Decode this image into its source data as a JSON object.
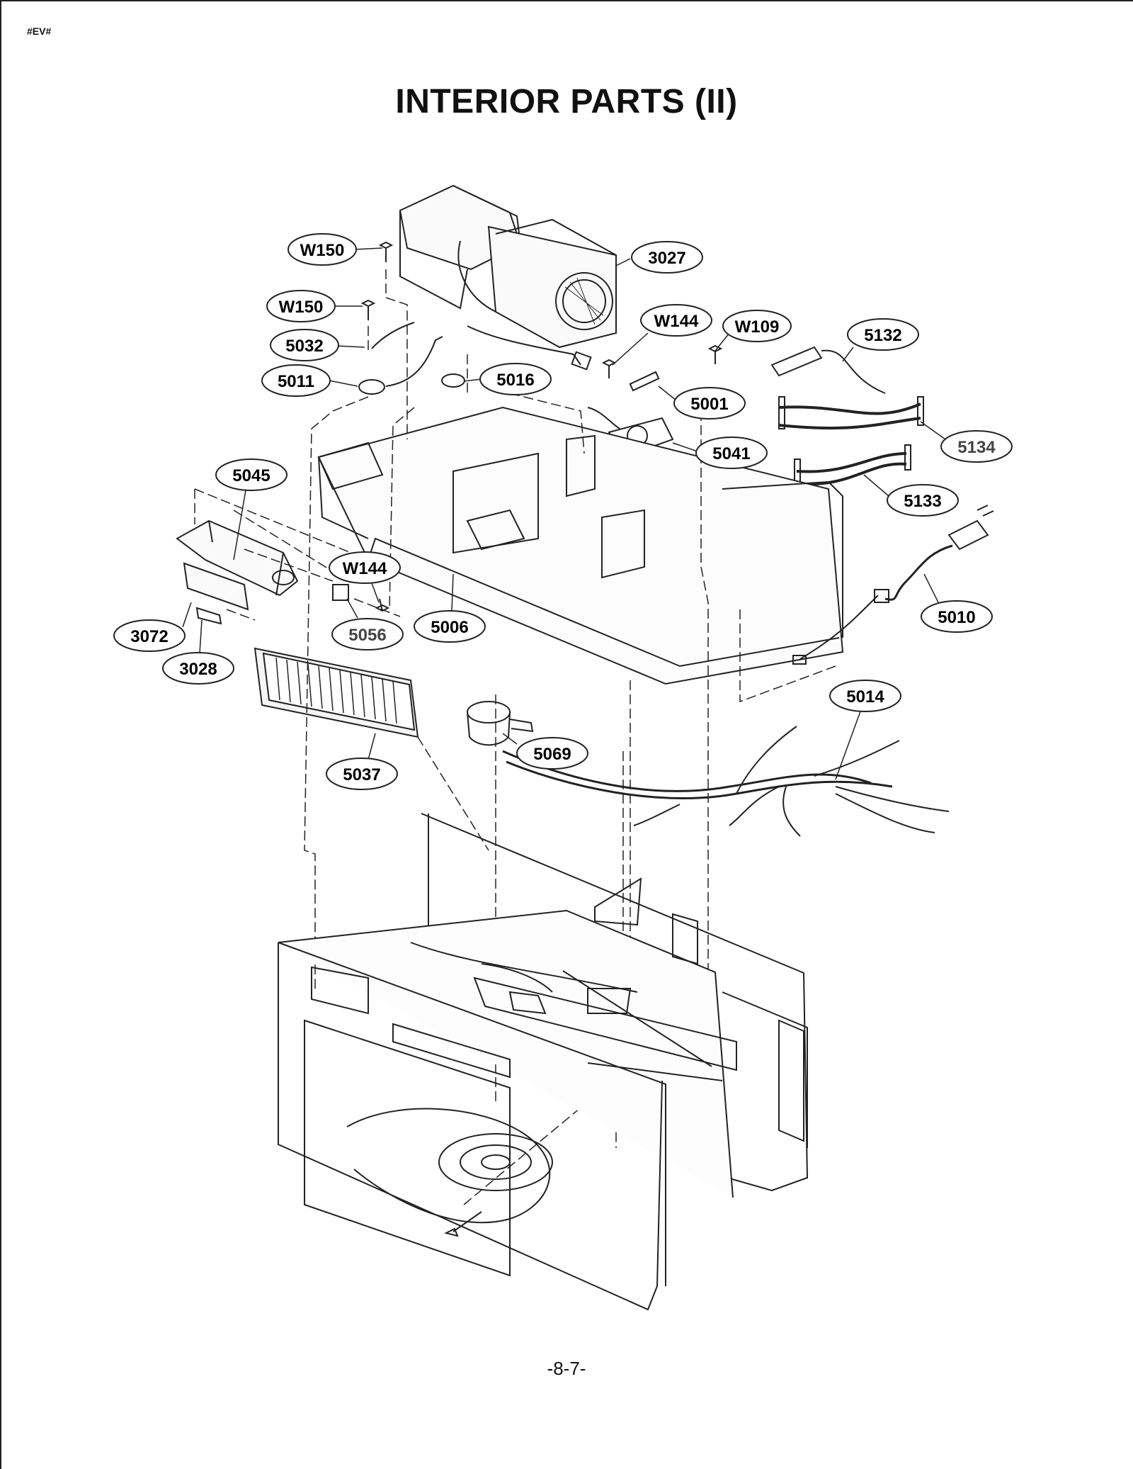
{
  "header_tag": "#EV#",
  "title": "INTERIOR PARTS (II)",
  "page_number": "-8-7-",
  "callouts": [
    {
      "id": "w150-top",
      "label": "W150"
    },
    {
      "id": "3027",
      "label": "3027"
    },
    {
      "id": "w150-mid",
      "label": "W150"
    },
    {
      "id": "w144-top",
      "label": "W144"
    },
    {
      "id": "w109",
      "label": "W109"
    },
    {
      "id": "5132",
      "label": "5132"
    },
    {
      "id": "5032",
      "label": "5032"
    },
    {
      "id": "5011",
      "label": "5011"
    },
    {
      "id": "5016",
      "label": "5016"
    },
    {
      "id": "5001",
      "label": "5001"
    },
    {
      "id": "5134",
      "label": "5134"
    },
    {
      "id": "5041",
      "label": "5041"
    },
    {
      "id": "5045",
      "label": "5045"
    },
    {
      "id": "5133",
      "label": "5133"
    },
    {
      "id": "w144-mid",
      "label": "W144"
    },
    {
      "id": "5010",
      "label": "5010"
    },
    {
      "id": "5006",
      "label": "5006"
    },
    {
      "id": "3072",
      "label": "3072"
    },
    {
      "id": "5056",
      "label": "5056"
    },
    {
      "id": "3028",
      "label": "3028"
    },
    {
      "id": "5014",
      "label": "5014"
    },
    {
      "id": "5069",
      "label": "5069"
    },
    {
      "id": "5037",
      "label": "5037"
    }
  ]
}
